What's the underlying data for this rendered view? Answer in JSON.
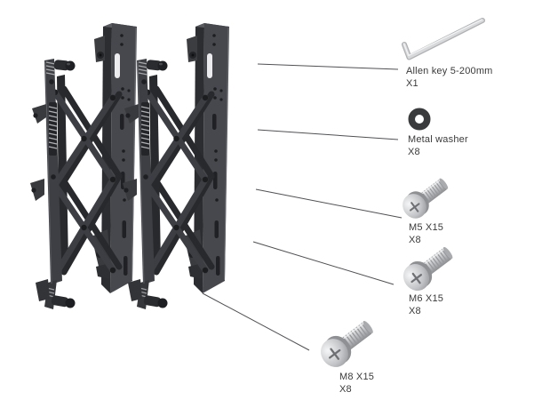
{
  "diagram": {
    "parts": [
      {
        "id": "allen-key",
        "icon": "allen-key-icon",
        "name": "Allen key 5-200mm",
        "qty": "X1"
      },
      {
        "id": "metal-washer",
        "icon": "washer-icon",
        "name": "Metal washer",
        "qty": "X8"
      },
      {
        "id": "m5-screw",
        "icon": "screw-icon",
        "name": "M5 X15",
        "qty": "X8"
      },
      {
        "id": "m6-screw",
        "icon": "screw-icon",
        "name": "M6 X15",
        "qty": "X8"
      },
      {
        "id": "m8-screw",
        "icon": "screw-icon",
        "name": "M8 X15",
        "qty": "X8"
      }
    ],
    "colors": {
      "background": "#ffffff",
      "bracket_body": "#46484d",
      "bracket_side": "#2c2d30",
      "bracket_dark": "#1f2023",
      "metal_hardware": "#c4c5c8",
      "text": "#3a3a3a",
      "callout_line": "#4f5054"
    }
  }
}
